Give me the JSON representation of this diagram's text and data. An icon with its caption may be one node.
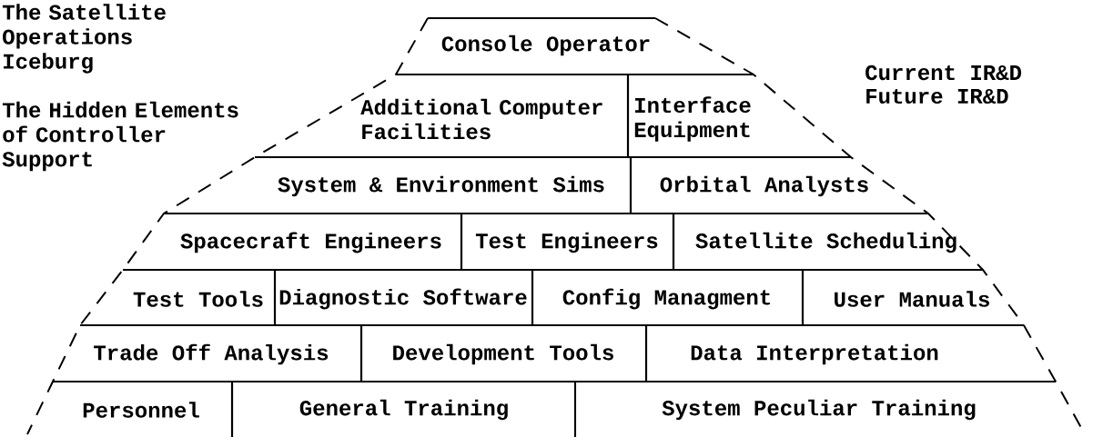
{
  "diagram": {
    "title": "The Satellite Operations Iceburg",
    "nodes": [
      {
        "text": [
          "Console Operator"
        ]
      },
      {
        "text": [
          "Additional Computer Facilities"
        ]
      },
      {
        "text": [
          "Interface Equipment"
        ]
      },
      {
        "text": [
          "System & Environment Sims"
        ]
      },
      {
        "text": [
          "Orbital Analysts"
        ]
      },
      {
        "text": [
          "Spacecraft Engineers"
        ]
      },
      {
        "text": [
          "Test Engineers"
        ]
      },
      {
        "text": [
          "Satellite Scheduling"
        ]
      },
      {
        "text": [
          "Test Tools"
        ]
      },
      {
        "text": [
          "Diagnostic Software"
        ]
      },
      {
        "text": [
          "Config Managment"
        ]
      },
      {
        "text": [
          "User Manuals"
        ]
      },
      {
        "text": [
          "Trade Off Analysis"
        ]
      },
      {
        "text": [
          "Development Tools"
        ]
      },
      {
        "text": [
          "Data Interpretation"
        ]
      },
      {
        "text": [
          "Personnel"
        ]
      },
      {
        "text": [
          "General Training"
        ]
      },
      {
        "text": [
          "System Peculiar Training"
        ]
      }
    ],
    "labels": [
      "The Hidden Elements of Controller Support",
      "Current IR&D",
      "Future IR&D"
    ]
  }
}
